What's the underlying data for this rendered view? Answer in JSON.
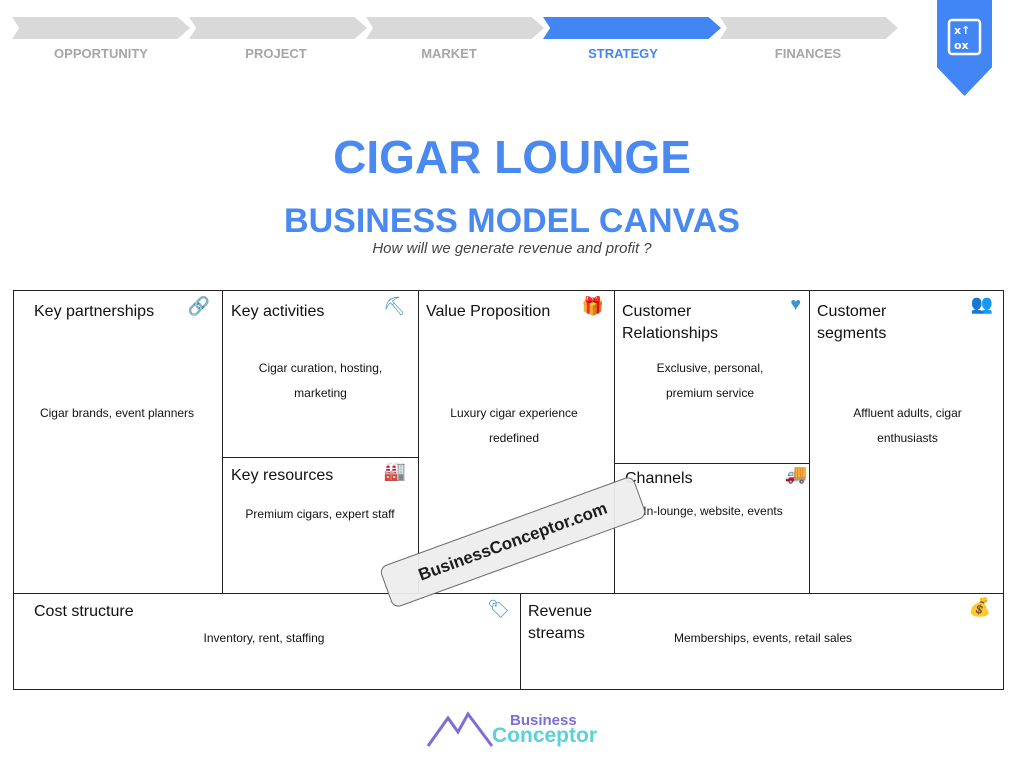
{
  "steps": [
    "OPPORTUNITY",
    "PROJECT",
    "MARKET",
    "STRATEGY",
    "FINANCES"
  ],
  "active_step": "STRATEGY",
  "badge_icon": "strategy-board-icon",
  "title": "CIGAR LOUNGE",
  "subtitle": "BUSINESS MODEL CANVAS",
  "tagline": "How will we generate revenue and profit ?",
  "canvas": {
    "key_partnerships": {
      "title": "Key partnerships",
      "text": "Cigar brands, event planners",
      "icon": "link-icon"
    },
    "key_activities": {
      "title": "Key activities",
      "text": "Cigar curation, hosting, marketing",
      "icon": "shovel-icon"
    },
    "key_resources": {
      "title": "Key resources",
      "text": "Premium cigars, expert staff",
      "icon": "factory-icon"
    },
    "value_proposition": {
      "title": "Value Proposition",
      "text": "Luxury cigar experience redefined",
      "icon": "gift-icon"
    },
    "customer_relationships": {
      "title": "Customer Relationships",
      "text": "Exclusive, personal, premium service",
      "icon": "heart-icon"
    },
    "channels": {
      "title": "Channels",
      "text": "In-lounge, website, events",
      "icon": "truck-icon"
    },
    "customer_segments": {
      "title": "Customer segments",
      "text": "Affluent adults, cigar enthusiasts",
      "icon": "users-icon"
    },
    "cost_structure": {
      "title": "Cost structure",
      "text": "Inventory, rent, staffing",
      "icon": "tags-icon"
    },
    "revenue_streams": {
      "title": "Revenue streams",
      "text": "Memberships, events, retail sales",
      "icon": "money-bag-icon"
    }
  },
  "watermark": "BusinessConceptor.com",
  "logo": {
    "line1": "Business",
    "line2": "Conceptor"
  }
}
